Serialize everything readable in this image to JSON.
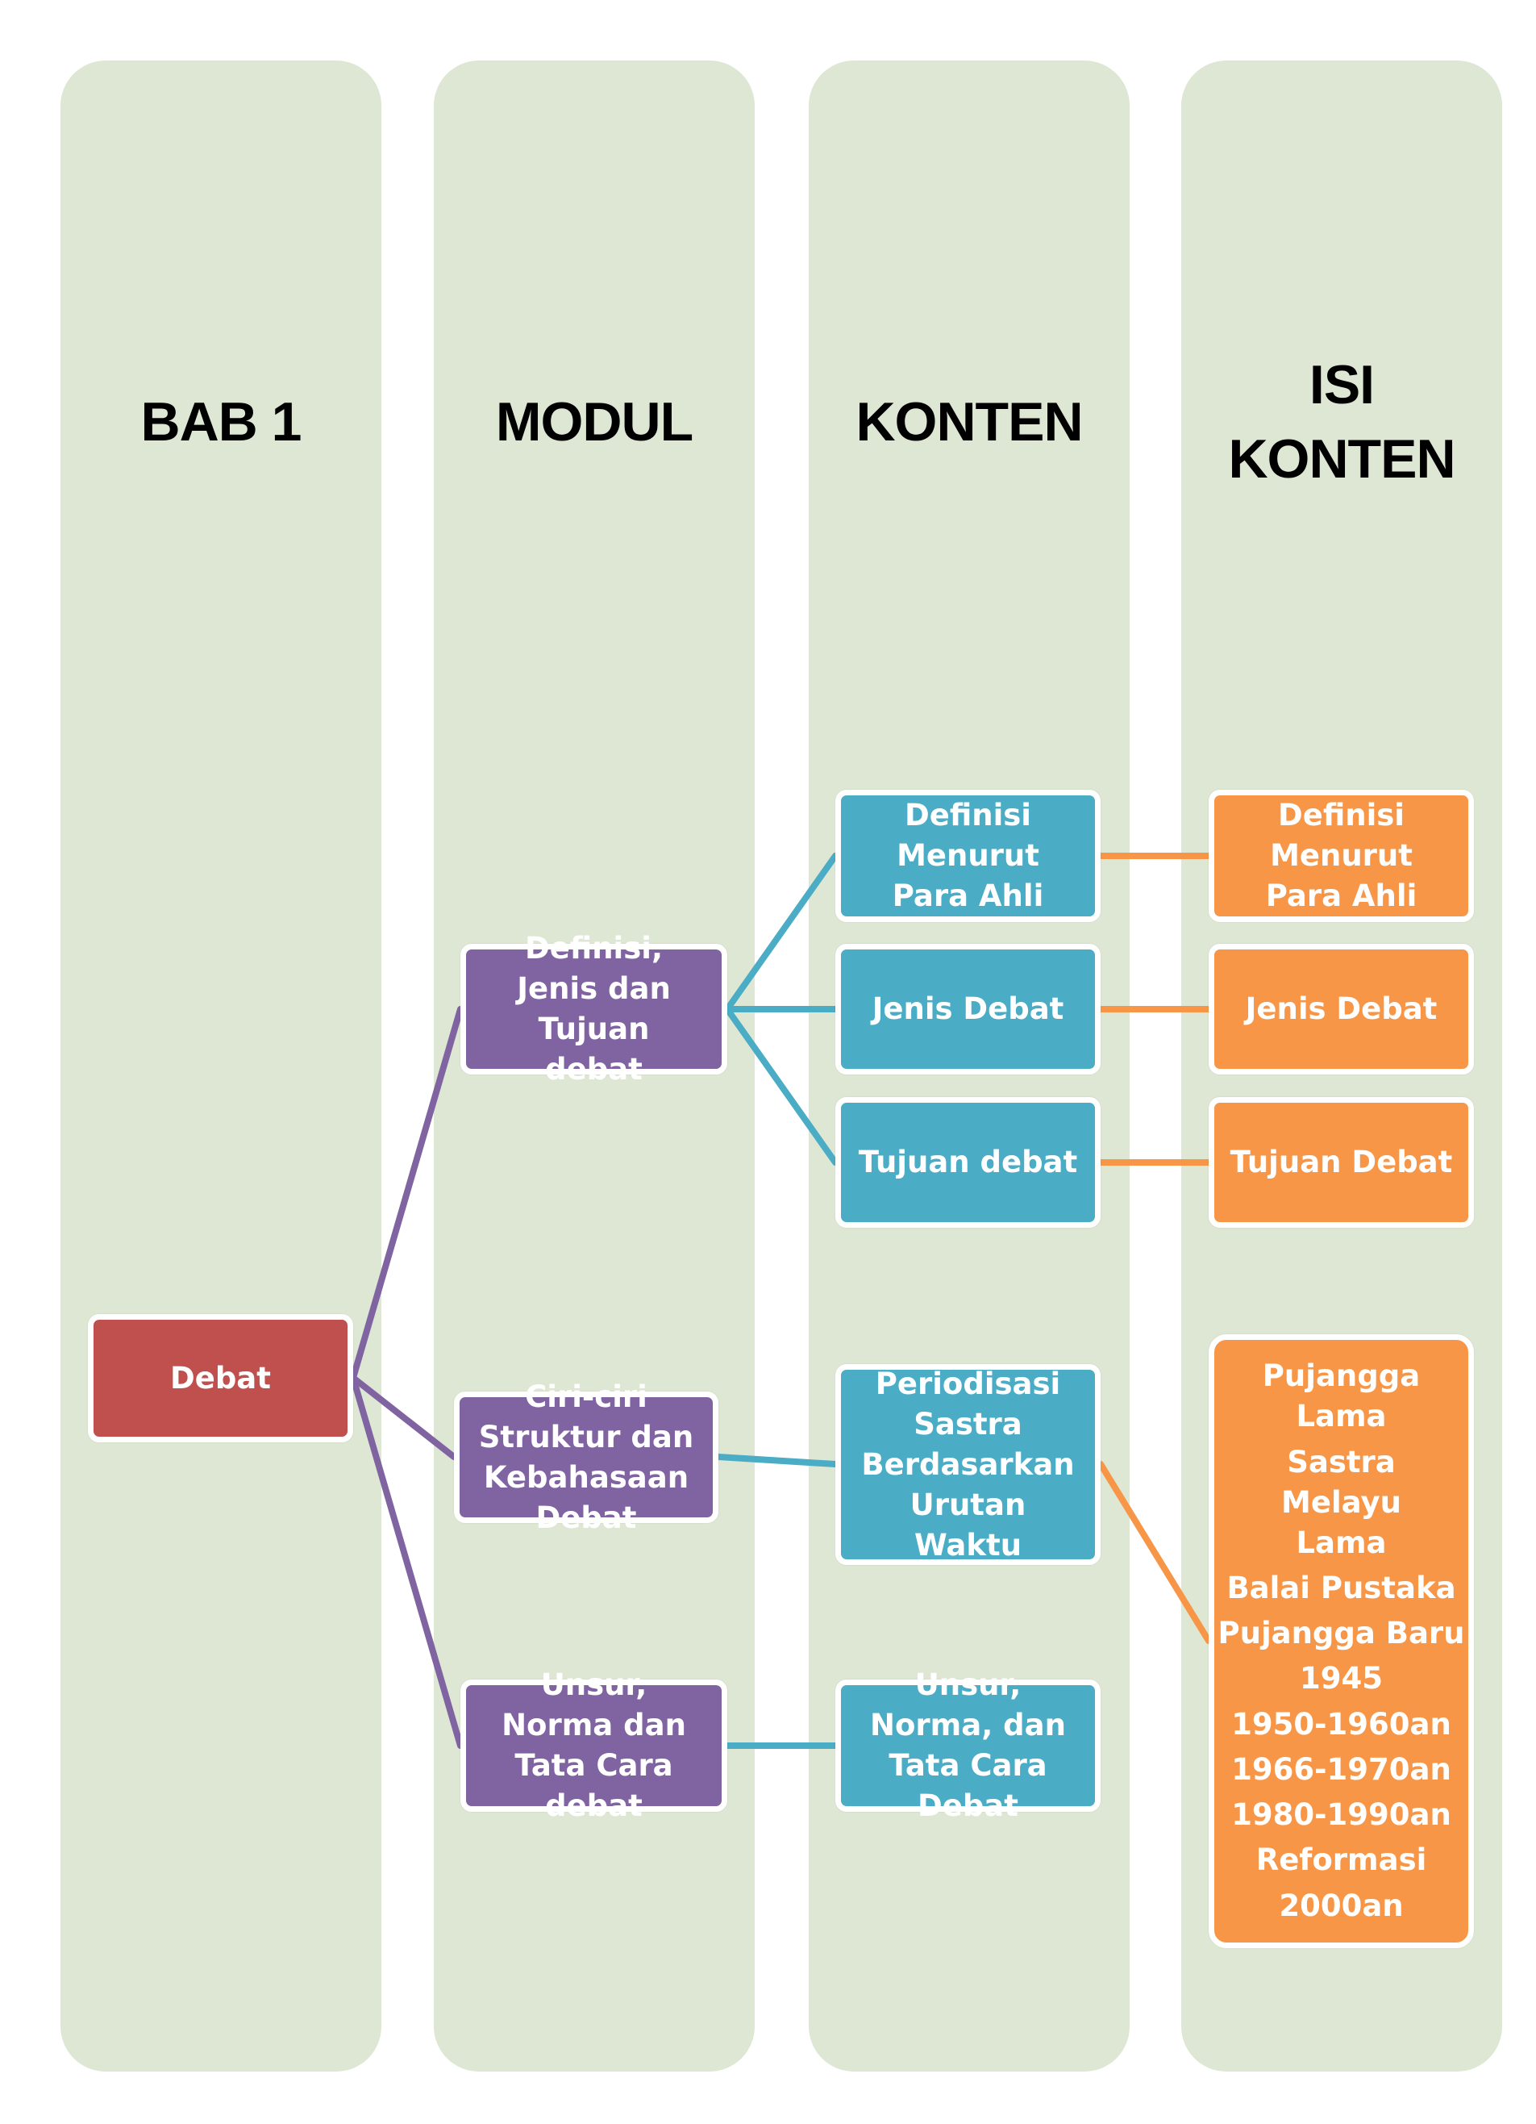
{
  "columns": [
    {
      "id": "bab",
      "title": "BAB 1"
    },
    {
      "id": "modul",
      "title": "MODUL"
    },
    {
      "id": "konten",
      "title": "KONTEN"
    },
    {
      "id": "isi",
      "title_line1": "ISI",
      "title_line2": "KONTEN"
    }
  ],
  "root": {
    "label": "Debat"
  },
  "modul": [
    {
      "label": "Definisi, Jenis dan Tujuan debat"
    },
    {
      "label": "Ciri-ciri Struktur dan Kebahasaan Debat"
    },
    {
      "label": "Unsur, Norma dan Tata Cara debat"
    }
  ],
  "konten": [
    {
      "label": "Definisi Menurut Para Ahli"
    },
    {
      "label": "Jenis Debat"
    },
    {
      "label": "Tujuan debat"
    },
    {
      "label": "Periodisasi Sastra Berdasarkan Urutan Waktu"
    },
    {
      "label": "Unsur, Norma, dan Tata Cara Debat"
    }
  ],
  "isi": [
    {
      "label": "Definisi Menurut Para Ahli"
    },
    {
      "label": "Jenis Debat"
    },
    {
      "label": "Tujuan Debat"
    }
  ],
  "isi_periodisasi": [
    "Pujangga Lama",
    "Sastra Melayu Lama",
    "Balai Pustaka",
    "Pujangga Baru",
    "1945",
    "1950-1960an",
    "1966-1970an",
    "1980-1990an",
    "Reformasi",
    "2000an"
  ],
  "colors": {
    "column_bg": "#dde7d3",
    "root": "#c0504d",
    "modul": "#8064a2",
    "konten": "#4bacc6",
    "isi": "#f79646"
  }
}
